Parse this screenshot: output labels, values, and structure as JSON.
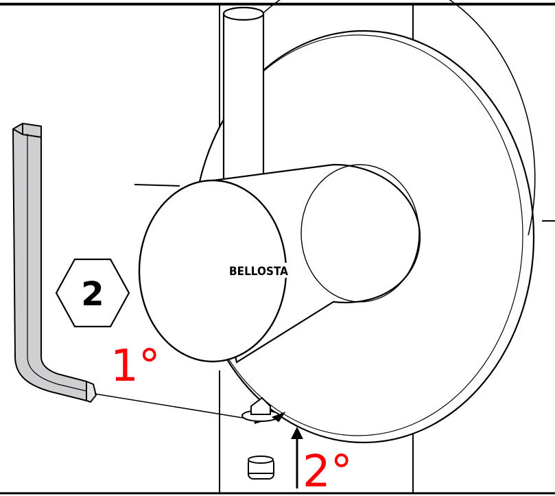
{
  "brand": {
    "logo_text": "BELLOSTA"
  },
  "hex_key": {
    "size_label": "2"
  },
  "steps": [
    {
      "label": "1°",
      "color": "#ff0000"
    },
    {
      "label": "2°",
      "color": "#ff0000"
    }
  ],
  "colors": {
    "line": "#000000",
    "key_fill": "#cfcfd1",
    "background": "#ffffff"
  },
  "icons": [
    "allen-key-icon",
    "hex-size-badge-icon",
    "screw-plug-icon",
    "cap-icon",
    "arrow-up-icon"
  ]
}
